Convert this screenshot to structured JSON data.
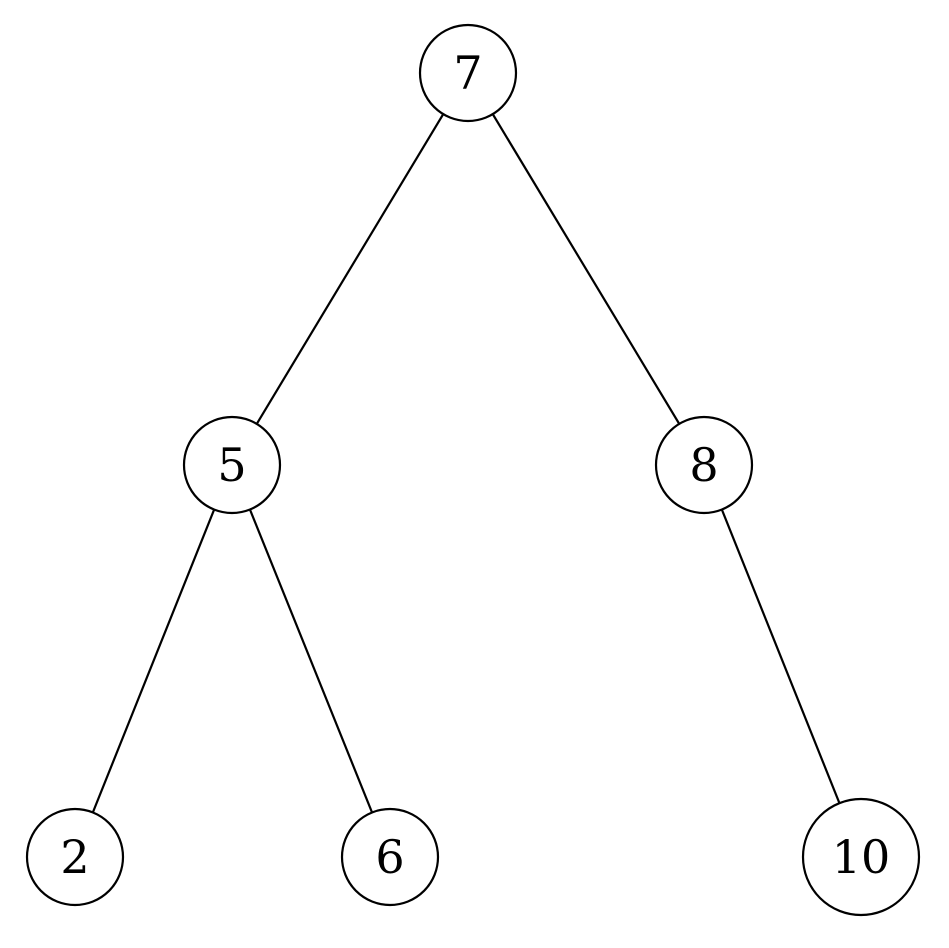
{
  "tree": {
    "nodes": [
      {
        "id": "n7",
        "label": "7"
      },
      {
        "id": "n5",
        "label": "5"
      },
      {
        "id": "n8",
        "label": "8"
      },
      {
        "id": "n2",
        "label": "2"
      },
      {
        "id": "n6",
        "label": "6"
      },
      {
        "id": "n10",
        "label": "10"
      }
    ],
    "edges": [
      {
        "from": "n7",
        "to": "n5"
      },
      {
        "from": "n7",
        "to": "n8"
      },
      {
        "from": "n5",
        "to": "n2"
      },
      {
        "from": "n5",
        "to": "n6"
      },
      {
        "from": "n8",
        "to": "n10"
      }
    ]
  }
}
